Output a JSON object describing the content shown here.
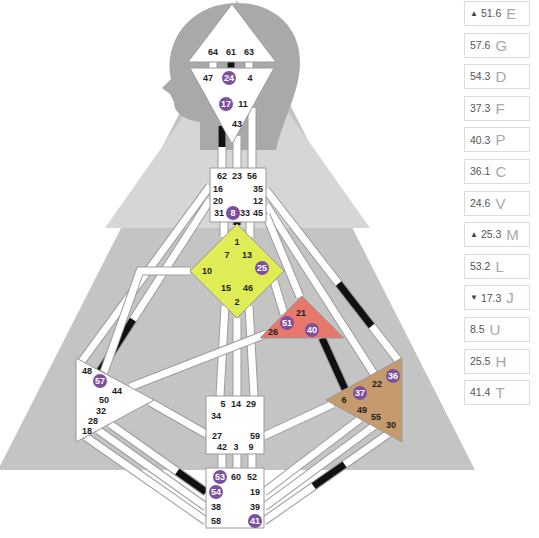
{
  "diagram": {
    "nodes": [
      {
        "text": [
          "64",
          "61",
          "63"
        ]
      },
      {
        "text": [
          "47",
          "24",
          "4",
          "17",
          "11",
          "43"
        ]
      },
      {
        "text": [
          "62",
          "23",
          "56",
          "16",
          "35",
          "20",
          "12",
          "31",
          "8",
          "33",
          "45"
        ]
      },
      {
        "text": [
          "1",
          "7",
          "13",
          "10",
          "25",
          "15",
          "46",
          "2"
        ]
      },
      {
        "text": [
          "21",
          "51",
          "26",
          "40"
        ]
      },
      {
        "text": [
          "48",
          "57",
          "44",
          "50",
          "32",
          "28",
          "18"
        ]
      },
      {
        "text": [
          "36",
          "22",
          "37",
          "6",
          "49",
          "55",
          "30"
        ]
      },
      {
        "text": [
          "5",
          "14",
          "29",
          "34",
          "27",
          "59",
          "42",
          "3",
          "9"
        ]
      },
      {
        "text": [
          "53",
          "60",
          "52",
          "54",
          "19",
          "38",
          "39",
          "58",
          "41"
        ]
      },
      {
        "text": [
          "▲",
          "51.6",
          "E"
        ]
      },
      {
        "text": [
          "57.6",
          "G"
        ]
      },
      {
        "text": [
          "54.3",
          "D"
        ]
      },
      {
        "text": [
          "37.3",
          "F"
        ]
      },
      {
        "text": [
          "40.3",
          "P"
        ]
      },
      {
        "text": [
          "36.1",
          "C"
        ]
      },
      {
        "text": [
          "24.6",
          "V"
        ]
      },
      {
        "text": [
          "▲",
          "25.3",
          "M"
        ]
      },
      {
        "text": [
          "53.2",
          "L"
        ]
      },
      {
        "text": [
          "▼",
          "17.3",
          "J"
        ]
      },
      {
        "text": [
          "8.5",
          "U"
        ]
      },
      {
        "text": [
          "25.5",
          "H"
        ]
      },
      {
        "text": [
          "41.4",
          "T"
        ]
      }
    ],
    "edges": [
      {
        "from": 0,
        "to": 1,
        "arrow": "none"
      },
      {
        "from": 0,
        "to": 1,
        "arrow": "none"
      },
      {
        "from": 0,
        "to": 1,
        "arrow": "none"
      },
      {
        "from": 1,
        "to": 2,
        "arrow": "none"
      },
      {
        "from": 1,
        "to": 2,
        "arrow": "none"
      },
      {
        "from": 1,
        "to": 2,
        "arrow": "none"
      },
      {
        "from": 2,
        "to": 3,
        "arrow": "none"
      },
      {
        "from": 2,
        "to": 3,
        "arrow": "none"
      },
      {
        "from": 2,
        "to": 3,
        "arrow": "none"
      },
      {
        "from": 2,
        "to": 5,
        "arrow": "none"
      },
      {
        "from": 2,
        "to": 5,
        "arrow": "none"
      },
      {
        "from": 3,
        "to": 5,
        "arrow": "none"
      },
      {
        "from": 2,
        "to": 6,
        "arrow": "none"
      },
      {
        "from": 2,
        "to": 6,
        "arrow": "none"
      },
      {
        "from": 2,
        "to": 4,
        "arrow": "none"
      },
      {
        "from": 3,
        "to": 4,
        "arrow": "none"
      },
      {
        "from": 3,
        "to": 7,
        "arrow": "none"
      },
      {
        "from": 3,
        "to": 7,
        "arrow": "none"
      },
      {
        "from": 3,
        "to": 7,
        "arrow": "none"
      },
      {
        "from": 4,
        "to": 5,
        "arrow": "none"
      },
      {
        "from": 4,
        "to": 6,
        "arrow": "none"
      },
      {
        "from": 5,
        "to": 7,
        "arrow": "none"
      },
      {
        "from": 7,
        "to": 6,
        "arrow": "none"
      },
      {
        "from": 8,
        "to": 5,
        "arrow": "none"
      },
      {
        "from": 8,
        "to": 5,
        "arrow": "none"
      },
      {
        "from": 8,
        "to": 5,
        "arrow": "none"
      },
      {
        "from": 8,
        "to": 6,
        "arrow": "none"
      },
      {
        "from": 8,
        "to": 6,
        "arrow": "none"
      },
      {
        "from": 8,
        "to": 6,
        "arrow": "none"
      },
      {
        "from": 7,
        "to": 8,
        "arrow": "none"
      },
      {
        "from": 7,
        "to": 8,
        "arrow": "none"
      },
      {
        "from": 7,
        "to": 8,
        "arrow": "none"
      }
    ]
  }
}
